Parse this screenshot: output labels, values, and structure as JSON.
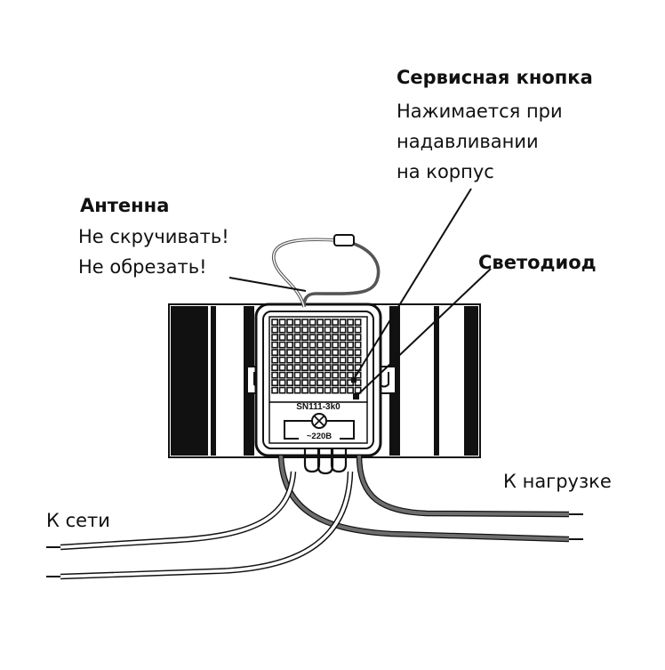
{
  "labels": {
    "service_button": {
      "title": "Сервисная кнопка",
      "lines": [
        "Нажимается при",
        "надавливании",
        "на корпус"
      ]
    },
    "antenna": {
      "title": "Антенна",
      "lines": [
        "Не скручивать!",
        "Не обрезать!"
      ]
    },
    "led": {
      "title": "Светодиод"
    },
    "load": {
      "text": "К нагрузке"
    },
    "mains": {
      "text": "К сети"
    }
  },
  "device": {
    "model": "SN111-3k0",
    "voltage": "~220В"
  },
  "colors": {
    "line": "#111111",
    "wire_gray": "#6e6e6e",
    "background": "#ffffff"
  }
}
